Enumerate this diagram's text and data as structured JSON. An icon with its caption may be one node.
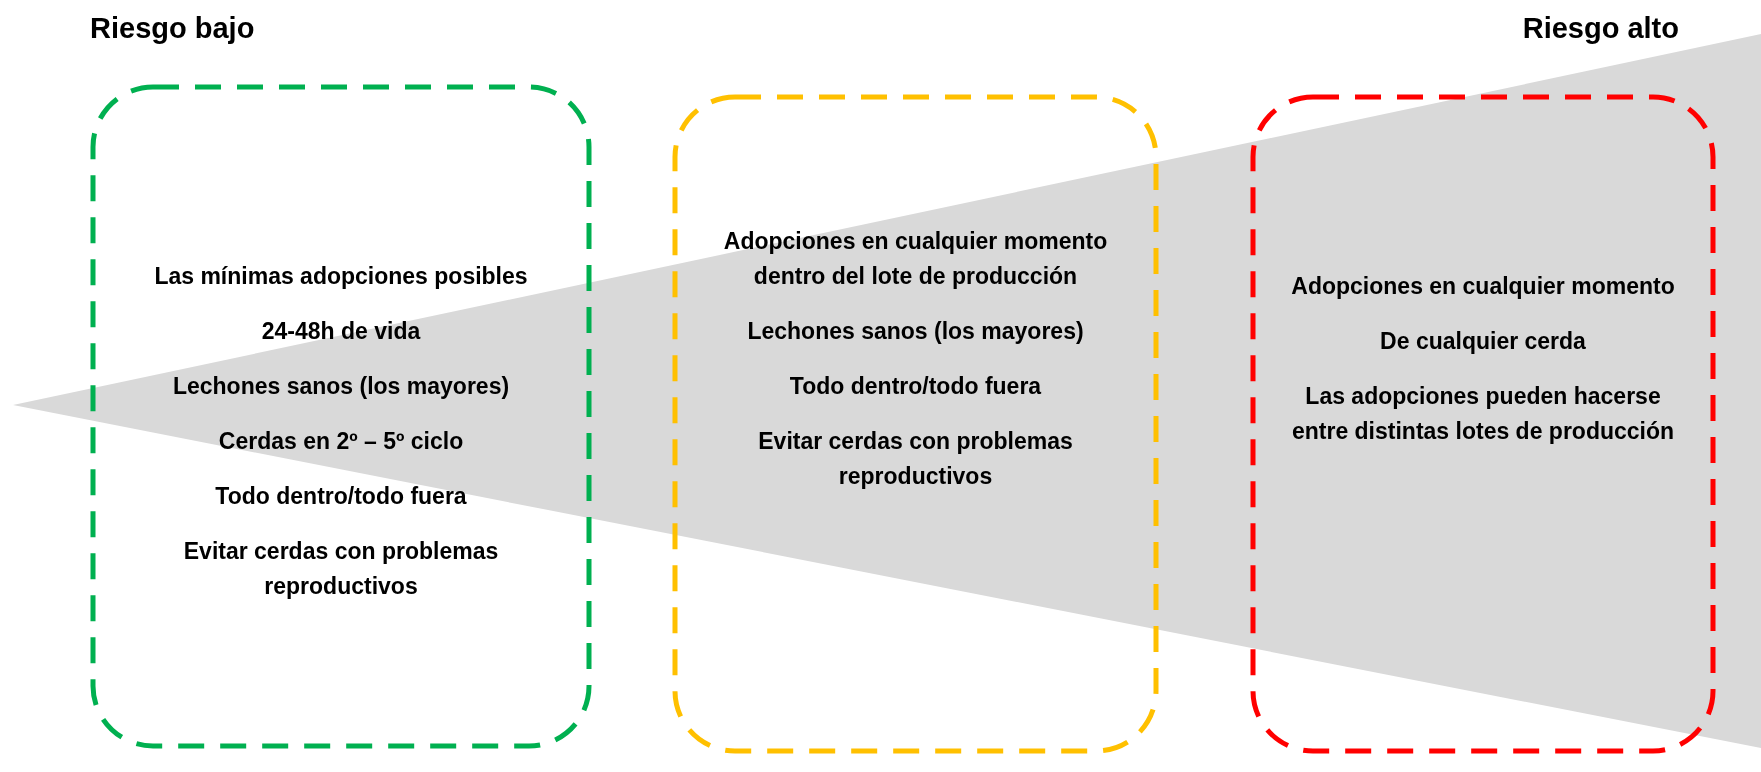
{
  "diagram": {
    "nodes": [
      {
        "text": [
          "Las mínimas adopciones posibles",
          "24-48h de vida",
          "Lechones sanos (los mayores)",
          "Cerdas en 2º – 5º ciclo",
          "Todo dentro/todo fuera",
          "Evitar cerdas con problemas reproductivos"
        ]
      },
      {
        "text": [
          "Adopciones en cualquier momento dentro del lote de producción",
          "Lechones sanos (los mayores)",
          "Todo dentro/todo fuera",
          "Evitar cerdas con problemas reproductivos"
        ]
      },
      {
        "text": [
          "Adopciones en cualquier momento",
          "De cualquier cerda",
          "Las adopciones pueden hacerse entre distintas lotes de producción"
        ]
      }
    ],
    "edges": [],
    "labels": [
      "Riesgo bajo",
      "Riesgo alto"
    ]
  }
}
